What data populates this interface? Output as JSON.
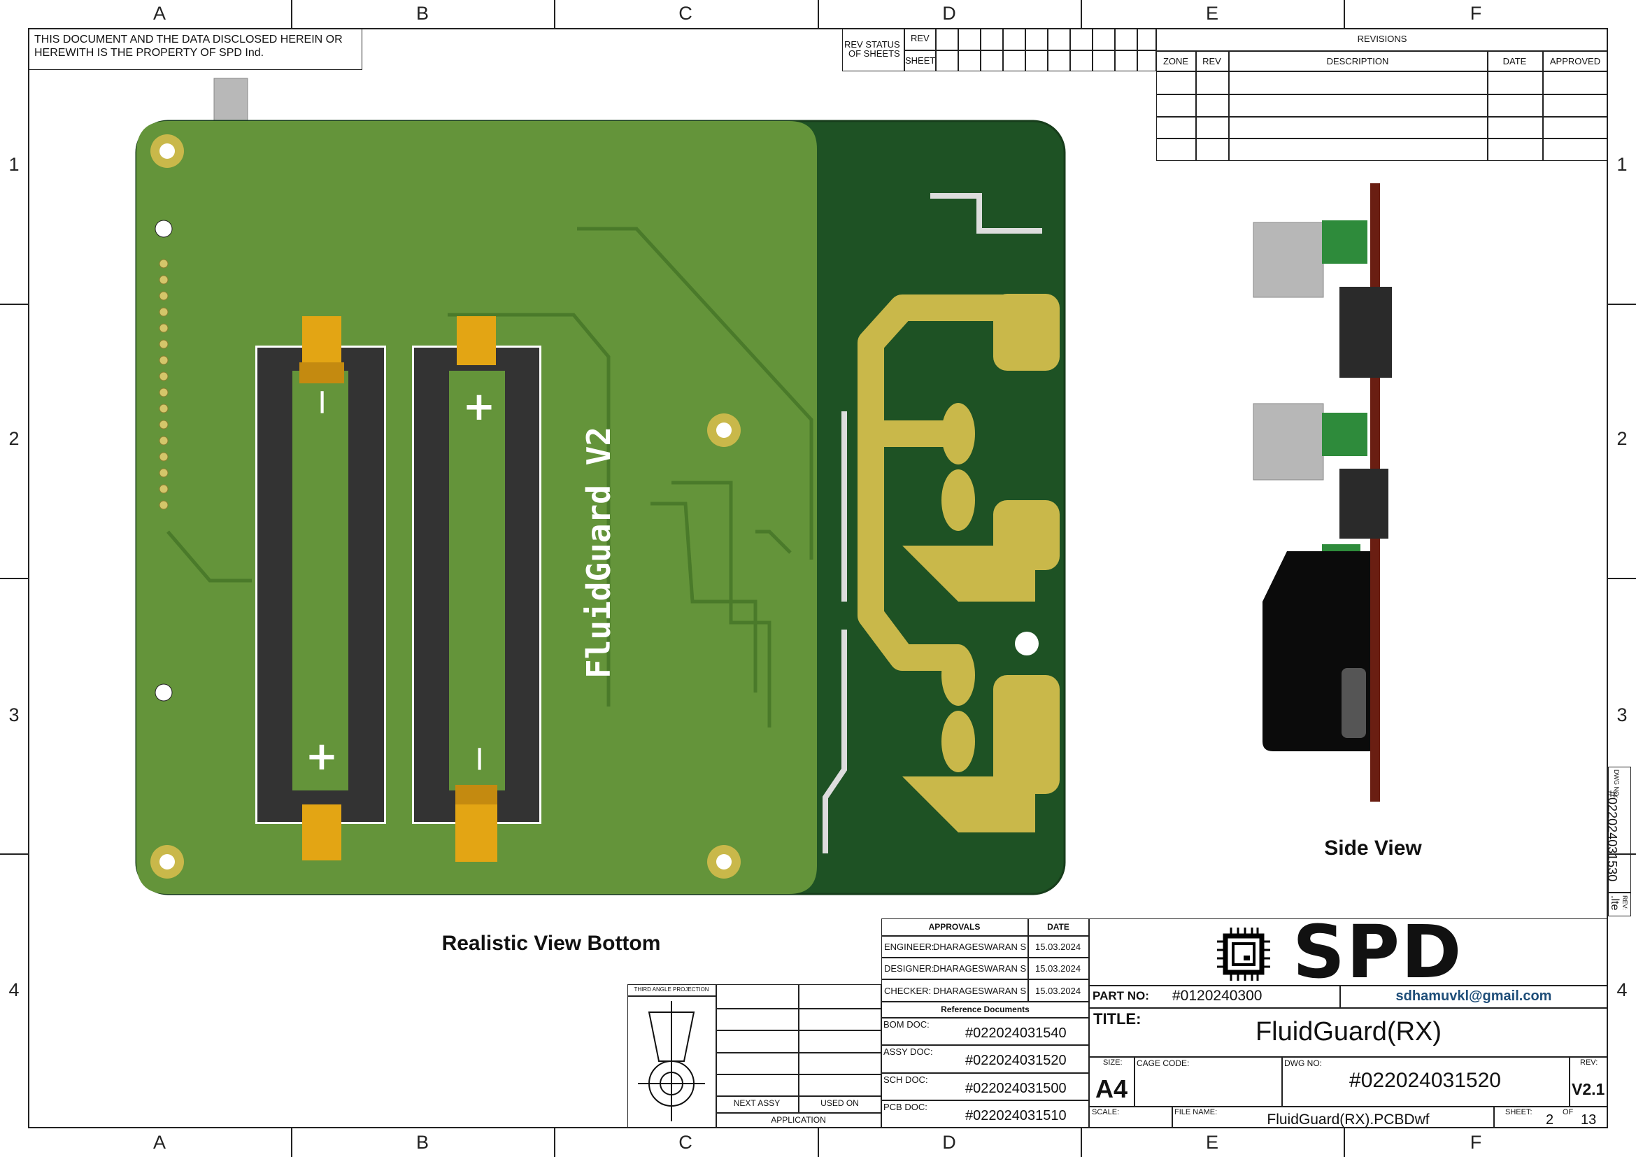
{
  "zones": {
    "columns": [
      "A",
      "B",
      "C",
      "D",
      "E",
      "F"
    ],
    "rows": [
      "1",
      "2",
      "3",
      "4"
    ]
  },
  "notice": {
    "line1": "THIS DOCUMENT AND THE DATA DISCLOSED HEREIN OR",
    "line2": "HEREWITH IS THE PROPERTY OF  SPD Ind."
  },
  "rev_status": {
    "label1": "REV STATUS",
    "label2": "OF SHEETS",
    "rev": "REV",
    "sheet": "SHEET"
  },
  "revisions": {
    "title": "REVISIONS",
    "columns": [
      "ZONE",
      "REV",
      "DESCRIPTION",
      "DATE",
      "APPROVED"
    ],
    "rows": [
      [
        "",
        "",
        "",
        "",
        ""
      ],
      [
        "",
        "",
        "",
        "",
        ""
      ],
      [
        "",
        "",
        "",
        "",
        ""
      ],
      [
        "",
        "",
        "",
        "",
        ""
      ]
    ]
  },
  "views": {
    "bottom_label": "Realistic View Bottom",
    "side_label": "Side View",
    "pcb_silkscreen": "FluidGuard V2"
  },
  "pcb_marks": {
    "minus": "−",
    "plus": "+"
  },
  "side_strip": {
    "dwg_label": "DWG NO:",
    "dwg_value": "#022024031530",
    "rev_label": "REV:",
    "rev_value": ".lte"
  },
  "projection": {
    "title": "THIRD ANGLE PROJECTION",
    "next_assy": "NEXT ASSY",
    "used_on": "USED ON",
    "application": "APPLICATION"
  },
  "approvals": {
    "header": "APPROVALS",
    "date_header": "DATE",
    "rows": [
      {
        "role": "ENGINEER:",
        "name": "DHARAGESWARAN S",
        "date": "15.03.2024"
      },
      {
        "role": "DESIGNER:",
        "name": "DHARAGESWARAN S",
        "date": "15.03.2024"
      },
      {
        "role": "CHECKER:",
        "name": "DHARAGESWARAN S",
        "date": "15.03.2024"
      }
    ]
  },
  "reference_docs": {
    "header": "Reference Documents",
    "rows": [
      {
        "label": "BOM DOC:",
        "value": "#022024031540"
      },
      {
        "label": "ASSY DOC:",
        "value": "#022024031520"
      },
      {
        "label": "SCH DOC:",
        "value": "#022024031500"
      },
      {
        "label": "PCB DOC:",
        "value": "#022024031510"
      }
    ]
  },
  "title_block": {
    "logo_text": "SPD",
    "part_no_label": "PART NO:",
    "part_no": "#0120240300",
    "email": "sdhamuvkl@gmail.com",
    "title_label": "TITLE:",
    "title": "FluidGuard(RX)",
    "size_label": "SIZE:",
    "size": "A4",
    "cage_label": "CAGE CODE:",
    "cage": "",
    "dwg_label": "DWG NO:",
    "dwg": "#022024031520",
    "rev_label": "REV:",
    "rev": "V2.1",
    "scale_label": "SCALE:",
    "scale": "",
    "file_label": "FILE NAME:",
    "file": "FluidGuard(RX).PCBDwf",
    "sheet_label": "SHEET:",
    "sheet": "2",
    "of_label": "OF",
    "of": "13"
  },
  "colors": {
    "pcb_light": "#64943a",
    "pcb_dark": "#1e5224",
    "gold": "#c9b84a",
    "tab": "#e3a514",
    "email": "#1f4e79"
  }
}
